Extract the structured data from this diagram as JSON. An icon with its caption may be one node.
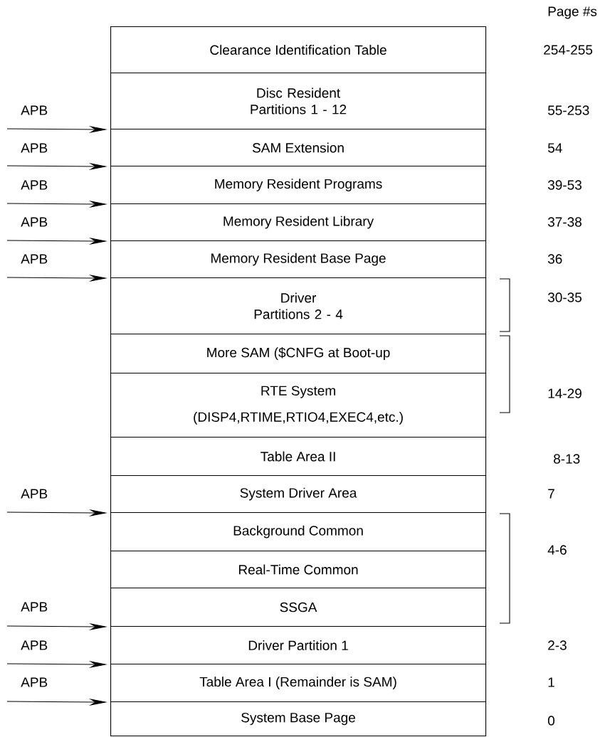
{
  "diagram": {
    "nodes": [
      {
        "text": [
          "Clearance Identification Table"
        ]
      },
      {
        "text": [
          "Disc Resident Partitions 1 - 12"
        ]
      },
      {
        "text": [
          "SAM Extension"
        ]
      },
      {
        "text": [
          "Memory Resident Programs"
        ]
      },
      {
        "text": [
          "Memory Resident Library"
        ]
      },
      {
        "text": [
          "Memory Resident Base Page"
        ]
      },
      {
        "text": [
          "Driver Partitions 2 - 4"
        ]
      },
      {
        "text": [
          "More SAM ($CNFG at Boot-up"
        ]
      },
      {
        "text": [
          "RTE System",
          "(DISP4,RTIME,RTIO4,EXEC4,etc.)"
        ]
      },
      {
        "text": [
          "Table Area II"
        ]
      },
      {
        "text": [
          "System Driver Area"
        ]
      },
      {
        "text": [
          "Background Common"
        ]
      },
      {
        "text": [
          "Real-Time Common"
        ]
      },
      {
        "text": [
          "SSGA"
        ]
      },
      {
        "text": [
          "Driver Partition 1"
        ]
      },
      {
        "text": [
          "Table Area I (Remainder is SAM)"
        ]
      },
      {
        "text": [
          "System Base Page"
        ]
      }
    ],
    "edges": [
      {
        "from": null,
        "to": 1,
        "arrow": "to"
      },
      {
        "from": null,
        "to": 2,
        "arrow": "to"
      },
      {
        "from": null,
        "to": 3,
        "arrow": "to"
      },
      {
        "from": null,
        "to": 4,
        "arrow": "to"
      },
      {
        "from": null,
        "to": 5,
        "arrow": "to"
      },
      {
        "from": null,
        "to": 10,
        "arrow": "to"
      },
      {
        "from": null,
        "to": 13,
        "arrow": "to"
      },
      {
        "from": null,
        "to": 14,
        "arrow": "to"
      },
      {
        "from": null,
        "to": 15,
        "arrow": "to"
      }
    ],
    "labels": [
      "Page #s",
      "254-255",
      "APB",
      "55-253",
      "APB",
      "54",
      "APB",
      "39-53",
      "APB",
      "37-38",
      "APB",
      "36",
      "30-35",
      "14-29",
      "8-13",
      "APB",
      "7",
      "4-6",
      "APB",
      "APB",
      "2-3",
      "APB",
      "1",
      "0"
    ]
  }
}
